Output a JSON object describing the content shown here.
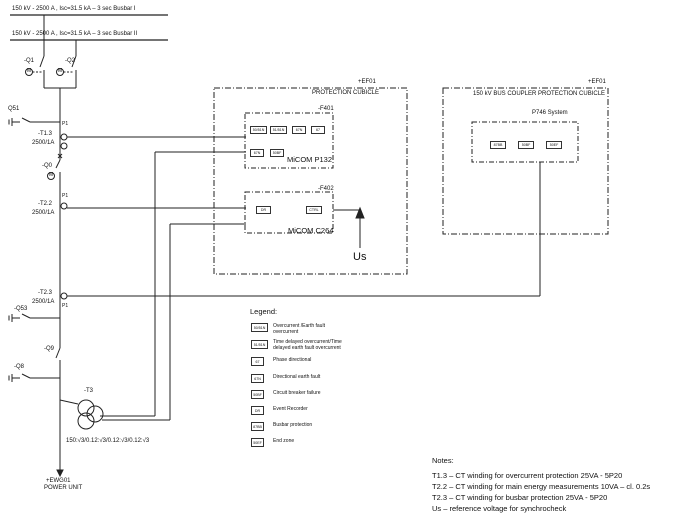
{
  "busbars": {
    "bus1": "150 kV - 2500 A ,  Isc=31.5 kA – 3 sec Busbar I",
    "bus2": "150 kV - 2500 A ,  Isc=31.5 kA – 3 sec Busbar II"
  },
  "switches": {
    "q1": "-Q1",
    "q2": "-Q2",
    "q51": "Q51",
    "q0": "-Q0",
    "q53": "-Q53",
    "q9": "-Q9",
    "q8": "-Q8"
  },
  "cts": {
    "t13": "-T1.3",
    "t13r": "2500/1A",
    "t22": "-T2.2",
    "t22r": "2500/1A",
    "t23": "-T2.3",
    "t23r": "2500/1A",
    "p1a": "P1",
    "p1b": "P1",
    "p1c": "P1"
  },
  "vt": {
    "tag": "-T3",
    "ratio": "150:√3/0.12:√3/0.12:√3/0.12:√3",
    "unit_tag": "+EWG01",
    "unit_name": "POWER UNIT"
  },
  "protection_cubicle": {
    "tag": "+EF01",
    "title": "PROTECTION CUBICLE",
    "f401": "-F401",
    "micom_p132": "MiCOM P132",
    "p132_funcs": [
      "50/51N",
      "51/51N",
      "67N",
      "67"
    ],
    "p132_funcs2": [
      "67N",
      "50BF"
    ],
    "f402": "-F402",
    "micom_c264": "MiCOM C264",
    "c264_funcs": [
      "DR",
      "CTRL"
    ],
    "us": "Us"
  },
  "coupler_cubicle": {
    "tag": "+EF01",
    "title": "150 kV BUS COUPLER PROTECTION CUBICLE",
    "system": "P746 System",
    "funcs": [
      "87BB",
      "50BF",
      "50EF"
    ]
  },
  "legend": {
    "title": "Legend:",
    "items": [
      {
        "code": "50/51N",
        "text": "Overcurrent /Earth fault overcurrent"
      },
      {
        "code": "51/51N",
        "text": "Time delayed overcurrent/Time delayed earth fault overcurrent"
      },
      {
        "code": "67",
        "text": "Phase directional"
      },
      {
        "code": "67N",
        "text": "Directional earth fault"
      },
      {
        "code": "50BF",
        "text": "Circuit breaker failure"
      },
      {
        "code": "DR",
        "text": "Event Recorder"
      },
      {
        "code": "87BB",
        "text": "Busbar protection"
      },
      {
        "code": "50EF",
        "text": "End zone"
      }
    ]
  },
  "notes": {
    "title": "Notes:",
    "lines": [
      "T1.3 – CT winding for overcurrent protection  25VA - 5P20",
      "T2.2 – CT winding for main energy measurements 10VA – cl. 0.2s",
      "T2.3 – CT winding for busbar protection 25VA - 5P20",
      "Us – reference voltage for synchrocheck"
    ]
  }
}
